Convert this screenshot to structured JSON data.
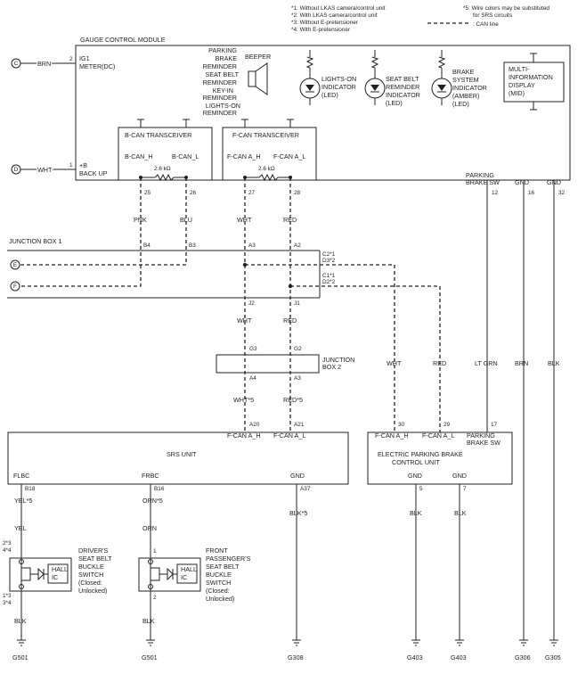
{
  "notes": {
    "n1": "*1: Without LKAS camera/control unit",
    "n2": "*2: With LKAS camera/control unit",
    "n3": "*3: Without E-pretensioner",
    "n4": "*4: With E-pretensioner",
    "n5a": "*5: Wire colors may be substituted",
    "n5b": "for SRS circuits",
    "can": ": CAN line"
  },
  "gcm": {
    "title": "GAUGE CONTROL MODULE",
    "ig1a": "IG1",
    "ig1b": "METER(DC)",
    "b1": "+B",
    "b2": "BACK UP",
    "reminders": [
      "PARKING",
      "BRAKE",
      "REMINDER",
      "SEAT BELT",
      "REMINDER",
      "KEY-IN",
      "REMINDER",
      "LIGHTS-ON",
      "REMINDER"
    ],
    "beeper": "BEEPER",
    "lights_on": [
      "LIGHTS-ON",
      "INDICATOR",
      "(LED)"
    ],
    "seat_belt": [
      "SEAT BELT",
      "REMINDER",
      "INDICATOR",
      "(LED)"
    ],
    "brake": [
      "BRAKE",
      "SYSTEM",
      "INDICATOR",
      "(AMBER)",
      "(LED)"
    ],
    "mid": [
      "MULTI-",
      "INFORMATION",
      "DISPLAY",
      "(MID)"
    ],
    "bcan": "B-CAN TRANSCEIVER",
    "fcan": "F-CAN TRANSCEIVER",
    "bcan_h": "B-CAN_H",
    "bcan_l": "B-CAN_L",
    "fcan_h": "F-CAN A_H",
    "fcan_l": "F-CAN A_L",
    "res": "2.6 kΩ",
    "pbsw1": "PARKING",
    "pbsw2": "BRAKE SW",
    "gnd": "GND"
  },
  "terminals": {
    "c": "C",
    "d": "D",
    "e": "E",
    "f": "F",
    "p2": "2",
    "p1": "1",
    "p25": "25",
    "p26": "26",
    "p27": "27",
    "p28": "28",
    "p12": "12",
    "p16": "16",
    "p32": "32",
    "b4": "B4",
    "b3": "B3",
    "a3": "A3",
    "a2": "A2",
    "c2": "C2*1",
    "d3": "D3*2",
    "c1": "C1*1",
    "d2": "D2*2",
    "j2": "J2",
    "j1": "J1",
    "g3": "G3",
    "g2": "G2",
    "a4": "A4",
    "a3b": "A3",
    "a20": "A20",
    "a21": "A21",
    "p30": "30",
    "p29": "29",
    "p17": "17",
    "b18": "B18",
    "b16": "B16",
    "a37": "A37",
    "p5": "5",
    "p7": "7",
    "s2": "2*3",
    "s4": "4*4",
    "s1": "1*3",
    "s3": "3*4",
    "p1b": "1",
    "p2b": "2"
  },
  "wires": {
    "brn": "BRN",
    "wht": "WHT",
    "pnk": "PNK",
    "blu": "BLU",
    "red": "RED",
    "wht2": "WHT*5",
    "red2": "RED*5",
    "ltgrn": "LT GRN",
    "blk": "BLK",
    "yel2": "YEL*5",
    "orn2": "ORN*5",
    "yel": "YEL",
    "orn": "ORN",
    "blk2": "BLK*5"
  },
  "jb1": "JUNCTION BOX 1",
  "jb2": [
    "JUNCTION",
    "BOX 2"
  ],
  "srs": {
    "title": "SRS UNIT",
    "flbc": "FLBC",
    "frbc": "FRBC",
    "gnd": "GND",
    "fcan_h": "F-CAN A_H",
    "fcan_l": "F-CAN A_L"
  },
  "epb": {
    "title1": "ELECTRIC PARKING BRAKE",
    "title2": "CONTROL UNIT",
    "fcan_h": "F-CAN A_H",
    "fcan_l": "F-CAN A_L",
    "pb1": "PARKING",
    "pb2": "BRAKE SW",
    "gnd": "GND"
  },
  "switches": {
    "hall": [
      "HALL",
      "IC"
    ],
    "driver": [
      "DRIVER'S",
      "SEAT BELT",
      "BUCKLE",
      "SWITCH",
      "(Closed:",
      "Unlocked)"
    ],
    "passenger": [
      "FRONT",
      "PASSENGER'S",
      "SEAT BELT",
      "BUCKLE",
      "SWITCH",
      "(Closed:",
      "Unlocked)"
    ]
  },
  "grounds": {
    "g501a": "G501",
    "g501b": "G501",
    "g308": "G308",
    "g403a": "G403",
    "g403b": "G403",
    "g306": "G306",
    "g305": "G305"
  }
}
